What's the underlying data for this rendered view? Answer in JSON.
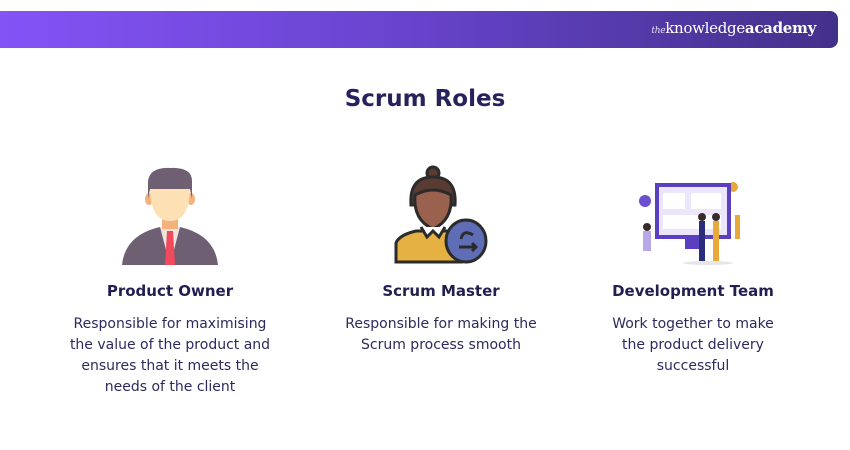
{
  "brand": {
    "the": "the",
    "knowledge": "knowledge",
    "academy": "academy"
  },
  "heading": "Scrum Roles",
  "roles": [
    {
      "title": "Product Owner",
      "lines": [
        "Responsible for maximising",
        "the value of the product and",
        "ensures that it meets the",
        "needs of the client"
      ]
    },
    {
      "title": "Scrum Master",
      "lines": [
        "Responsible for making the",
        "Scrum process smooth"
      ]
    },
    {
      "title": "Development Team",
      "lines": [
        "Work together to make",
        "the product delivery",
        "successful"
      ]
    }
  ]
}
